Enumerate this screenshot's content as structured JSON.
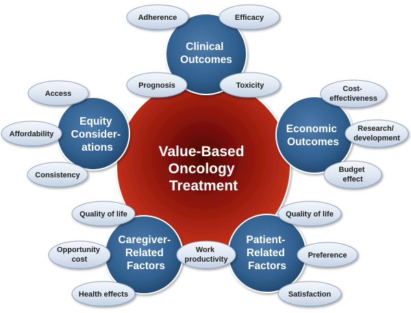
{
  "center": {
    "lines": [
      "Value-Based",
      "Oncology",
      "Treatment"
    ]
  },
  "hubs": {
    "clinical": {
      "lines": [
        "Clinical",
        "Outcomes"
      ]
    },
    "equity": {
      "lines": [
        "Equity",
        "Consider-",
        "ations"
      ]
    },
    "economic": {
      "lines": [
        "Economic",
        "Outcomes"
      ]
    },
    "caregiver": {
      "lines": [
        "Caregiver-",
        "Related",
        "Factors"
      ]
    },
    "patient": {
      "lines": [
        "Patient-",
        "Related",
        "Factors"
      ]
    }
  },
  "ovals": {
    "adherence": [
      "Adherence"
    ],
    "efficacy": [
      "Efficacy"
    ],
    "prognosis": [
      "Prognosis"
    ],
    "toxicity": [
      "Toxicity"
    ],
    "access": [
      "Access"
    ],
    "affordability": [
      "Affordability"
    ],
    "consistency": [
      "Consistency"
    ],
    "cost_effectiveness": [
      "Cost-",
      "effectiveness"
    ],
    "research": [
      "Research/",
      "development"
    ],
    "budget": [
      "Budget",
      "effect"
    ],
    "caregiver_qol": [
      "Quality of life"
    ],
    "opportunity_cost": [
      "Opportunity",
      "cost"
    ],
    "health_effects": [
      "Health effects"
    ],
    "work_productivity": [
      "Work",
      "productivity"
    ],
    "patient_qol": [
      "Quality of life"
    ],
    "preference": [
      "Preference"
    ],
    "satisfaction": [
      "Satisfaction"
    ]
  }
}
